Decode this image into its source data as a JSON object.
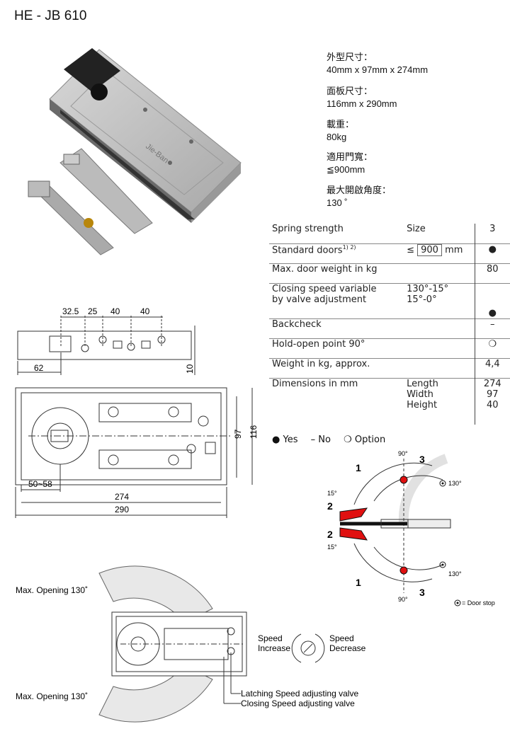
{
  "title": "HE - JB 610",
  "specs": [
    {
      "label": "外型尺寸：",
      "value": "40mm x 97mm x 274mm"
    },
    {
      "label": "面板尺寸：",
      "value": "116mm x 290mm"
    },
    {
      "label": "載重：",
      "value": "80kg"
    },
    {
      "label": "適用門寬：",
      "value": "≦900mm"
    },
    {
      "label": "最大開啟角度：",
      "value": "130 ˚"
    }
  ],
  "table": {
    "header": {
      "label": "Spring strength",
      "col": "Size",
      "value": "3"
    },
    "standard_doors": {
      "label": "Standard doors",
      "sup": "1) 2)",
      "le": "≤",
      "width": "900",
      "unit": "mm",
      "value": "●"
    },
    "max_weight": {
      "label": "Max. door weight in kg",
      "value": "80"
    },
    "closing_speed": {
      "label1": "Closing speed variable",
      "label2": "by valve adjustment",
      "range1": "130°-15°",
      "range2": "15°-0°",
      "value": "●"
    },
    "backcheck": {
      "label": "Backcheck",
      "value": "–"
    },
    "hold_open": {
      "label": "Hold-open point 90°",
      "value": "❍"
    },
    "weight": {
      "label": "Weight in kg, approx.",
      "value": "4,4"
    },
    "dimensions": {
      "label": "Dimensions in mm",
      "length_label": "Length",
      "width_label": "Width",
      "height_label": "Height",
      "length": "274",
      "width": "97",
      "height": "40"
    }
  },
  "legend": {
    "yes": "● Yes",
    "no": "– No",
    "option": "❍ Option"
  },
  "drawing": {
    "dims_top": [
      "32.5",
      "25",
      "40",
      "40"
    ],
    "dim_62": "62",
    "dim_10": "10",
    "dim_97": "97",
    "dim_116": "116",
    "dim_50_58": "50~58",
    "dim_274": "274",
    "dim_290": "290"
  },
  "angle_diagram": {
    "deg90_top": "90°",
    "deg90_bottom": "90°",
    "deg130_top": "130°",
    "deg130_bottom": "130°",
    "deg15_top": "15°",
    "deg15_bottom": "15°",
    "n1": "1",
    "n2": "2",
    "n3": "3",
    "door_stop": "= Door stop"
  },
  "speed_diagram": {
    "max_open_top": "Max. Opening 130˚",
    "max_open_bottom": "Max. Opening 130˚",
    "speed_increase_1": "Speed",
    "speed_increase_2": "Increase",
    "speed_decrease_1": "Speed",
    "speed_decrease_2": "Decrease",
    "latching_valve": "Latching Speed adjusting valve",
    "closing_valve": "Closing Speed adjusting valve"
  },
  "colors": {
    "red": "#e01010",
    "steel": "#b8b8b8",
    "black": "#111111"
  }
}
